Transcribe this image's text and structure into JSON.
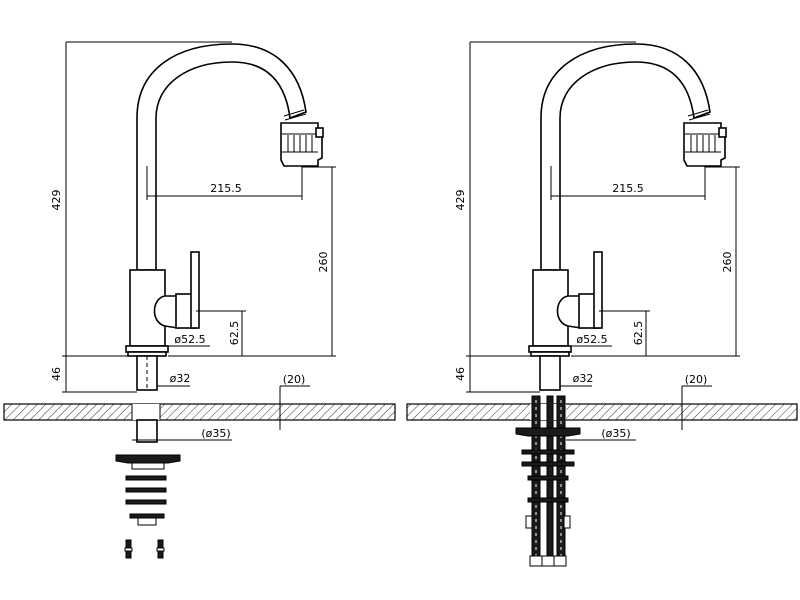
{
  "drawings": [
    {
      "variant": "left",
      "height": "429",
      "reach": "215.5",
      "spout_height": "260",
      "handle_height": "62.5",
      "body_diameter": "ø52.5",
      "base_height": "46",
      "shank_diameter": "ø32",
      "counter_thickness": "(20)",
      "hole_diameter": "(ø35)"
    },
    {
      "variant": "right",
      "height": "429",
      "reach": "215.5",
      "spout_height": "260",
      "handle_height": "62.5",
      "body_diameter": "ø52.5",
      "base_height": "46",
      "shank_diameter": "ø32",
      "counter_thickness": "(20)",
      "hole_diameter": "(ø35)"
    }
  ],
  "colors": {
    "line": "#000000",
    "background": "#ffffff"
  }
}
